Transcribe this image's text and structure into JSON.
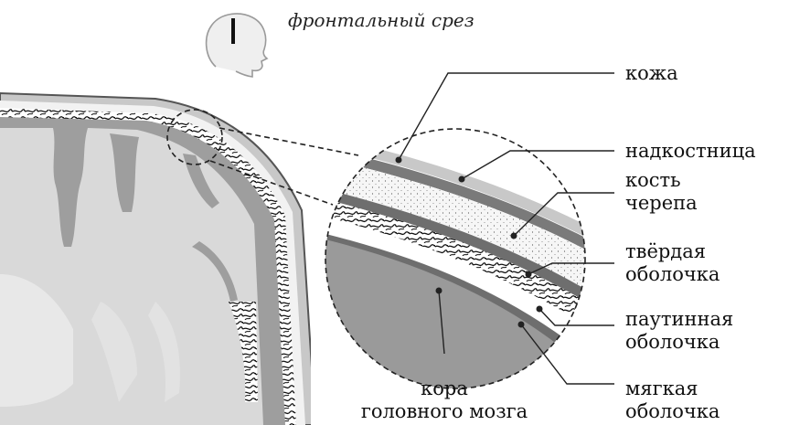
{
  "header": {
    "section_label": "фронтальный срез",
    "head_icon": "head-profile-icon"
  },
  "labels": {
    "skin": "кожа",
    "periosteum": "надкостница",
    "bone_line1": "кость",
    "bone_line2": "черепа",
    "dura_line1": "твёрдая",
    "dura_line2": "оболочка",
    "arachnoid_line1": "паутинная",
    "arachnoid_line2": "оболочка",
    "pia_line1": "мягкая",
    "pia_line2": "оболочка",
    "cortex_line1": "кора",
    "cortex_line2": "головного мозга"
  },
  "colors": {
    "skin": "#c8c8c8",
    "periosteum": "#808080",
    "bone": "#f4f4f4",
    "cortex": "#999999",
    "white_matter": "#d9d9d9",
    "lines": "#222222"
  }
}
